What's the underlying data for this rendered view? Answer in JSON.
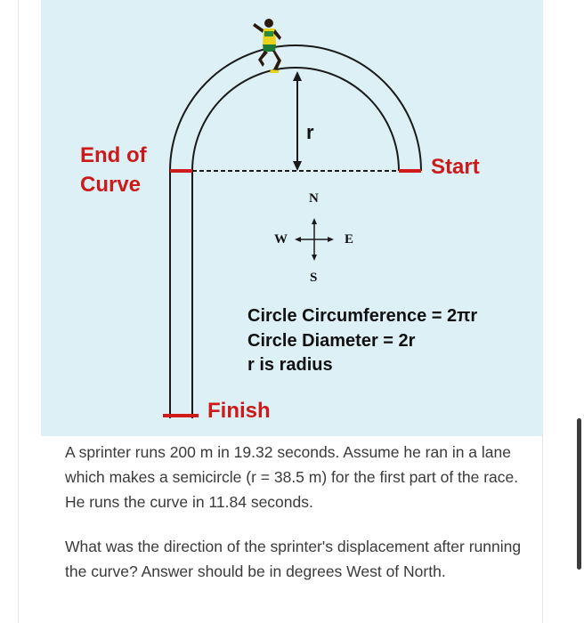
{
  "diagram": {
    "labels": {
      "end_of_curve_line1": "End of",
      "end_of_curve_line2": "Curve",
      "start": "Start",
      "finish": "Finish",
      "radius": "r"
    },
    "compass": {
      "north": "N",
      "south": "S",
      "east": "E",
      "west": "W"
    },
    "formulas": {
      "circumference": "Circle Circumference = 2πr",
      "diameter": "Circle Diameter = 2r",
      "radius_note": "r is radius"
    },
    "colors": {
      "background": "#dcf0f6",
      "marker": "#d11a1a",
      "track": "#1a1a1a"
    }
  },
  "question": {
    "paragraph1": "A sprinter runs 200 m in 19.32 seconds. Assume he ran in a lane which makes a semicircle (r = 38.5 m) for the first part of the race. He runs the curve in 11.84 seconds.",
    "paragraph2": "What was the direction of the sprinter's displacement after running the curve? Answer should be in degrees West of North."
  }
}
